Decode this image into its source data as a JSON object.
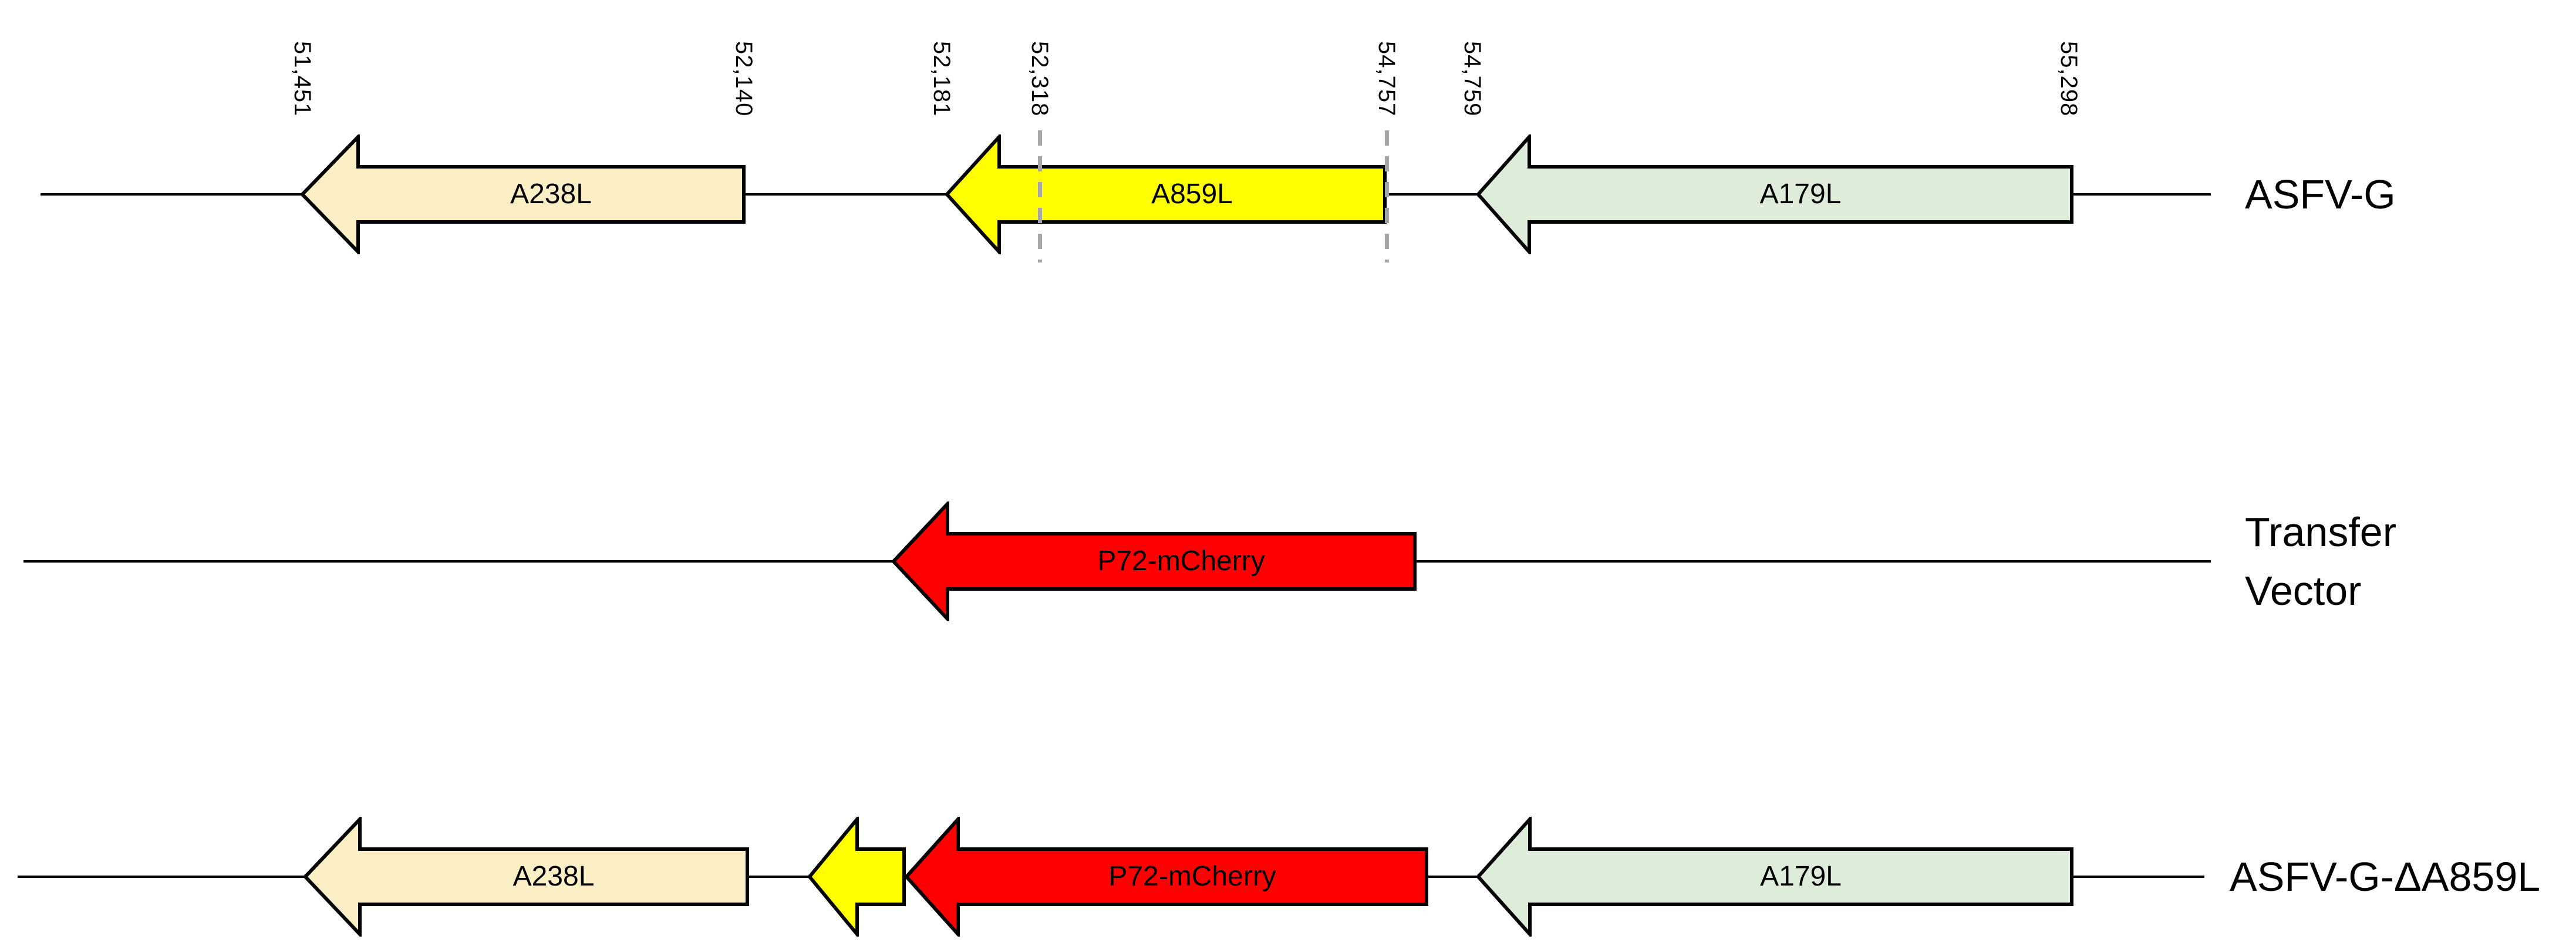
{
  "rows": [
    {
      "id": "asfv-g",
      "label": "ASFV-G",
      "genes": [
        {
          "label": "A238L",
          "fill": "#FCEEC5"
        },
        {
          "label": "A859L",
          "fill": "#FFFF00"
        },
        {
          "label": "A179L",
          "fill": "#DEEDDA"
        }
      ],
      "coordinates": [
        {
          "value": "51,451",
          "dashed": false
        },
        {
          "value": "52,140",
          "dashed": false
        },
        {
          "value": "52,181",
          "dashed": false
        },
        {
          "value": "52,318",
          "dashed": true
        },
        {
          "value": "54,757",
          "dashed": true
        },
        {
          "value": "54,759",
          "dashed": false
        },
        {
          "value": "55,298",
          "dashed": false
        }
      ]
    },
    {
      "id": "transfer-vector",
      "label": "Transfer Vector",
      "label_lines": [
        "Transfer",
        "Vector"
      ],
      "genes": [
        {
          "label": "P72-mCherry",
          "fill": "#FF0000"
        }
      ]
    },
    {
      "id": "asfv-g-delta-a859l",
      "label": "ASFV-G-ΔA859L",
      "genes": [
        {
          "label": "A238L",
          "fill": "#FCEEC5"
        },
        {
          "label": "",
          "fill": "#FFFF00"
        },
        {
          "label": "P72-mCherry",
          "fill": "#FF0000"
        },
        {
          "label": "A179L",
          "fill": "#DEEDDA"
        }
      ]
    }
  ],
  "colors": {
    "cream": "#FCEEC5",
    "yellow": "#FFFF00",
    "green": "#DEEDDA",
    "red": "#FF0000",
    "dashed_guide": "#A6A6A6",
    "line": "#000000",
    "text": "#000000",
    "background": "#FFFFFF"
  }
}
